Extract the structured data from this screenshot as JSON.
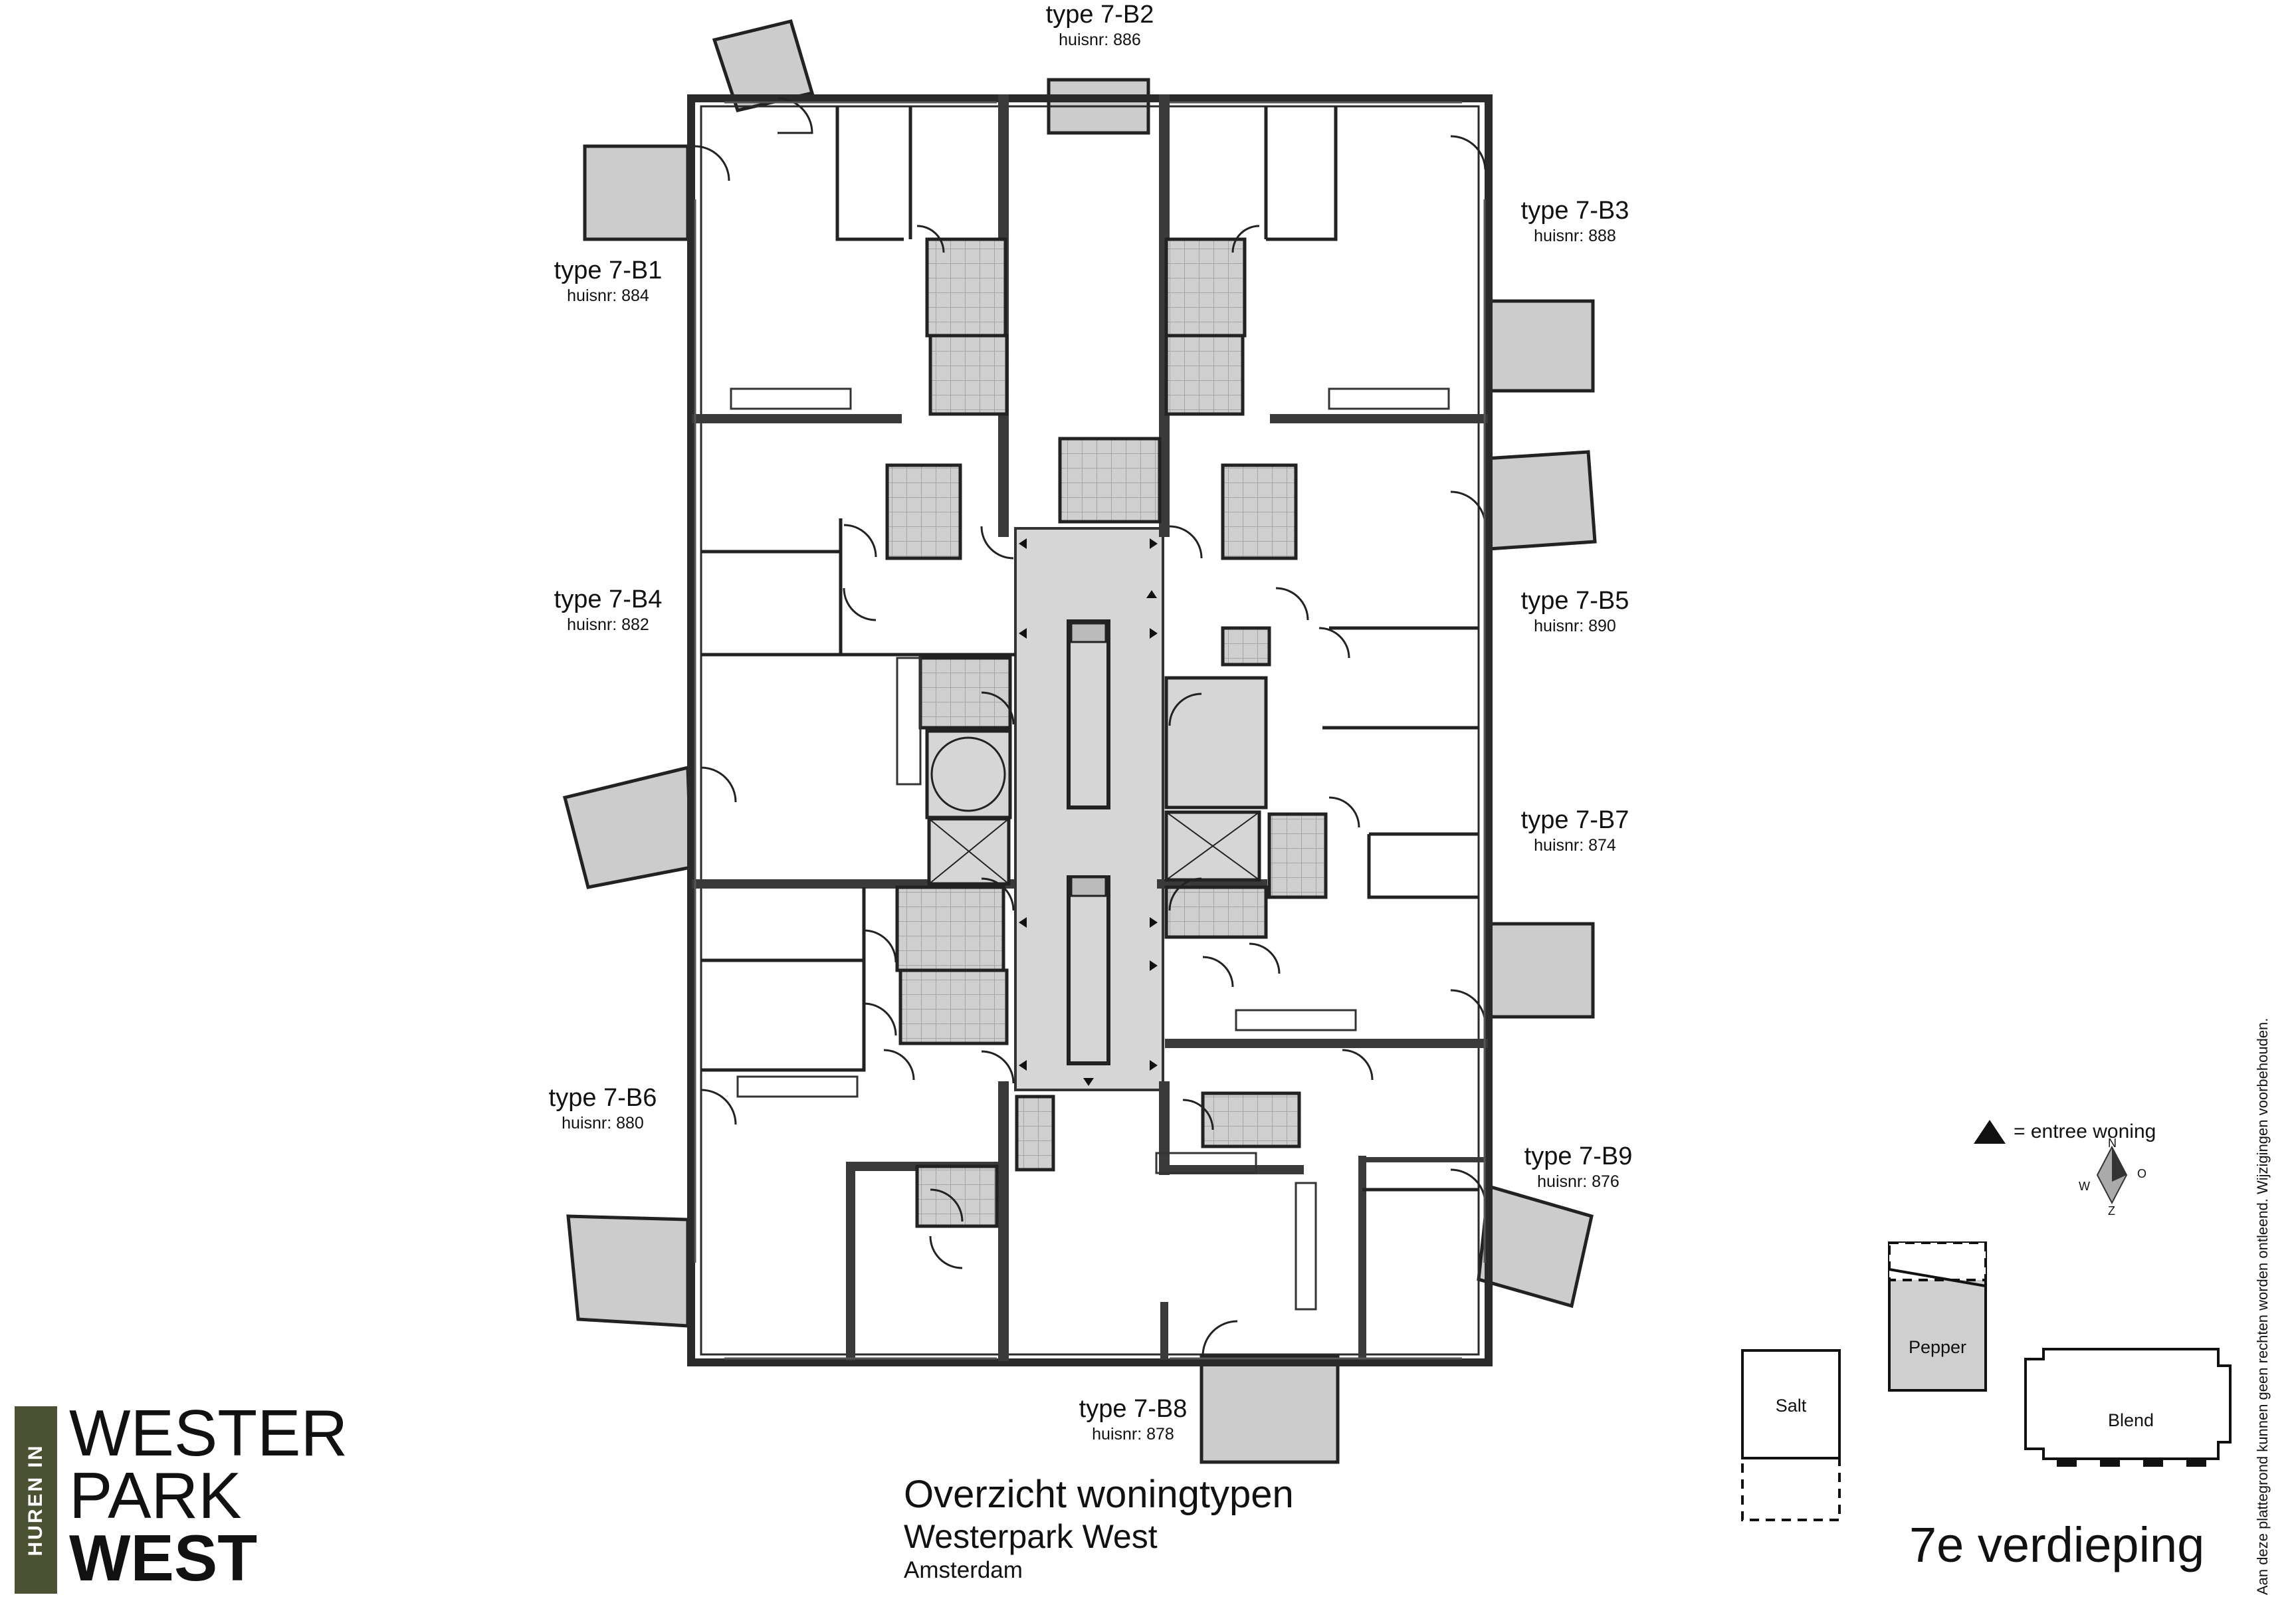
{
  "units": [
    {
      "type": "type 7-B1",
      "huisnr": "huisnr: 884"
    },
    {
      "type": "type 7-B2",
      "huisnr": "huisnr: 886"
    },
    {
      "type": "type 7-B3",
      "huisnr": "huisnr: 888"
    },
    {
      "type": "type 7-B4",
      "huisnr": "huisnr: 882"
    },
    {
      "type": "type 7-B5",
      "huisnr": "huisnr: 890"
    },
    {
      "type": "type 7-B6",
      "huisnr": "huisnr: 880"
    },
    {
      "type": "type 7-B7",
      "huisnr": "huisnr: 874"
    },
    {
      "type": "type 7-B8",
      "huisnr": "huisnr: 878"
    },
    {
      "type": "type 7-B9",
      "huisnr": "huisnr: 876"
    }
  ],
  "title": {
    "main": "Overzicht woningtypen",
    "project": "Westerpark West",
    "city": "Amsterdam"
  },
  "floor": "7e verdieping",
  "legend": {
    "entree": "= entree woning"
  },
  "compass": {
    "n": "N",
    "o": "O",
    "z": "Z",
    "w": "W"
  },
  "key_plan": {
    "salt": "Salt",
    "pepper": "Pepper",
    "blend": "Blend"
  },
  "logo": {
    "vertical": "HUREN IN",
    "line1": "WESTER",
    "line2": "PARK",
    "line3": "WEST"
  },
  "disclaimer": "Aan deze plattegrond kunnen geen rechten worden ontleend. Wijzigingen voorbehouden.",
  "colors": {
    "wall": "#2a2a2a",
    "grey_fill": "#d0d0d0",
    "balcony": "#cccccc",
    "logo_bar": "#4a5233"
  }
}
